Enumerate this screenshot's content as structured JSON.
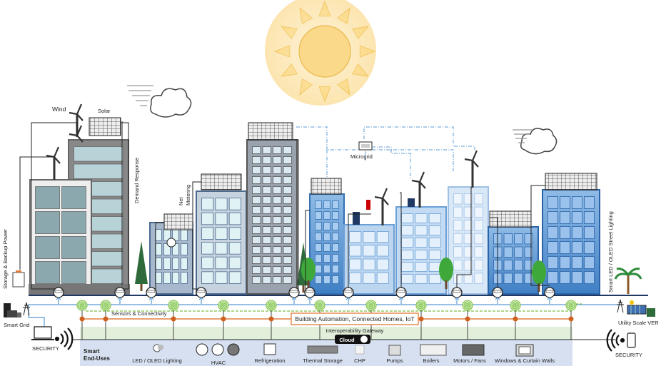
{
  "labels": {
    "wind": "Wind",
    "solar": "Solar",
    "demand_response": "Demand Response",
    "net_metering_1": "Net",
    "net_metering_2": "Metering",
    "microgrid": "Microgrid",
    "storage_backup": "Storage & Backup Power",
    "street_lighting": "Smart LED / OLED Street Lighting",
    "smart_grid": "Smart Grid",
    "utility_scale": "Utility Scale VER",
    "security_left": "SECURITY",
    "security_right": "SECURITY",
    "sensors": "Sensors & Connectivity",
    "building_automation": "Building Automation, Connected Homes, IoT",
    "interoperability": "Interoperability Gateway",
    "cloud": "Cloud"
  },
  "end_uses": {
    "title_1": "Smart",
    "title_2": "End-Uses",
    "items": [
      {
        "label": "LED / OLED Lighting",
        "icon": "lightbulb-icon"
      },
      {
        "label": "HVAC",
        "icon": "hvac-icon"
      },
      {
        "label": "Refrigeration",
        "icon": "refrigeration-icon"
      },
      {
        "label": "Thermal Storage",
        "icon": "thermal-storage-icon"
      },
      {
        "label": "CHP",
        "icon": "chp-icon"
      },
      {
        "label": "Pumps",
        "icon": "pump-icon"
      },
      {
        "label": "Boilers",
        "icon": "boiler-icon"
      },
      {
        "label": "Motors / Fans",
        "icon": "motor-icon"
      },
      {
        "label": "Windows & Curtain Walls",
        "icon": "window-icon"
      }
    ]
  },
  "colors": {
    "sun": "#fbd98a",
    "grid_line": "#5b9bd5",
    "sensor": "#7ac143",
    "automation": "#e07b39",
    "gateway_band": "#e2efda",
    "end_use_panel": "#d6e0f0",
    "building_blue": "#5b9bd5",
    "building_grey": "#8a8a8a"
  }
}
